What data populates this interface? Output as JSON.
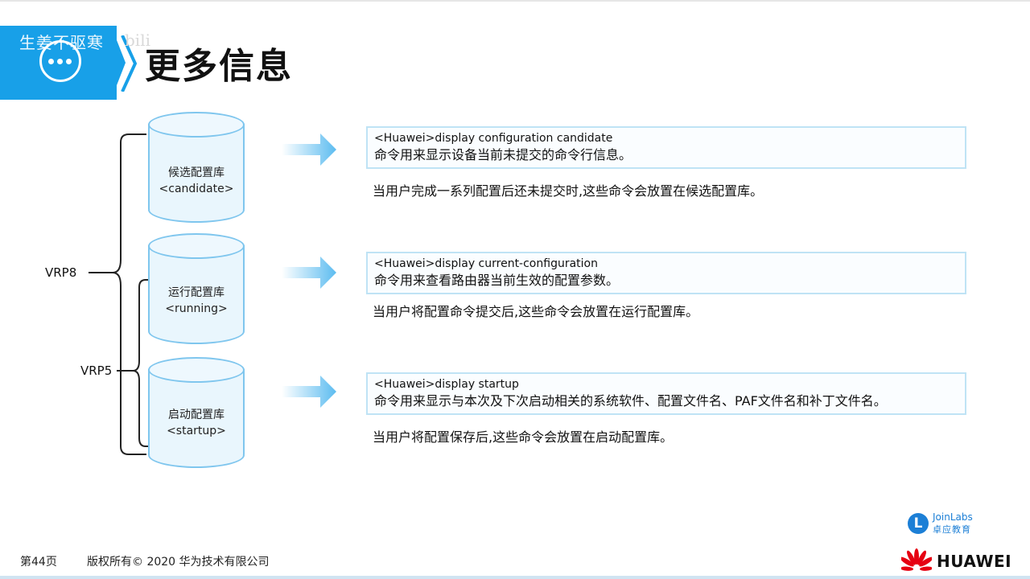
{
  "header": {
    "watermark": "生姜不驱寒",
    "watermark_suffix": "bili",
    "title": "更多信息",
    "icon": "more-dots-icon"
  },
  "vrp_labels": {
    "vrp8": "VRP8",
    "vrp5": "VRP5"
  },
  "databases": [
    {
      "name": "候选配置库",
      "tag": "<candidate>"
    },
    {
      "name": "运行配置库",
      "tag": "<running>"
    },
    {
      "name": "启动配置库",
      "tag": "<startup>"
    }
  ],
  "commands": [
    {
      "cmd": "<Huawei>display configuration candidate",
      "desc": "命令用来显示设备当前未提交的命令行信息。",
      "note": "当用户完成一系列配置后还未提交时,这些命令会放置在候选配置库。"
    },
    {
      "cmd": "<Huawei>display current-configuration",
      "desc": "命令用来查看路由器当前生效的配置参数。",
      "note": "当用户将配置命令提交后,这些命令会放置在运行配置库。"
    },
    {
      "cmd": "<Huawei>display startup",
      "desc": "命令用来显示与本次及下次启动相关的系统软件、配置文件名、PAF文件名和补丁文件名。",
      "note": "当用户将配置保存后,这些命令会放置在启动配置库。"
    }
  ],
  "footer": {
    "page": "第44页",
    "copyright": "版权所有© 2020 华为技术有限公司"
  },
  "joinlabs": {
    "letter": "L",
    "name": "JoinLabs",
    "sub": "卓应教育"
  },
  "brand": {
    "name": "HUAWEI",
    "color": "#e60012"
  },
  "colors": {
    "accent": "#18a0e8",
    "cylinder_border": "#7fc6ee",
    "box_border": "#bfe3f5"
  }
}
